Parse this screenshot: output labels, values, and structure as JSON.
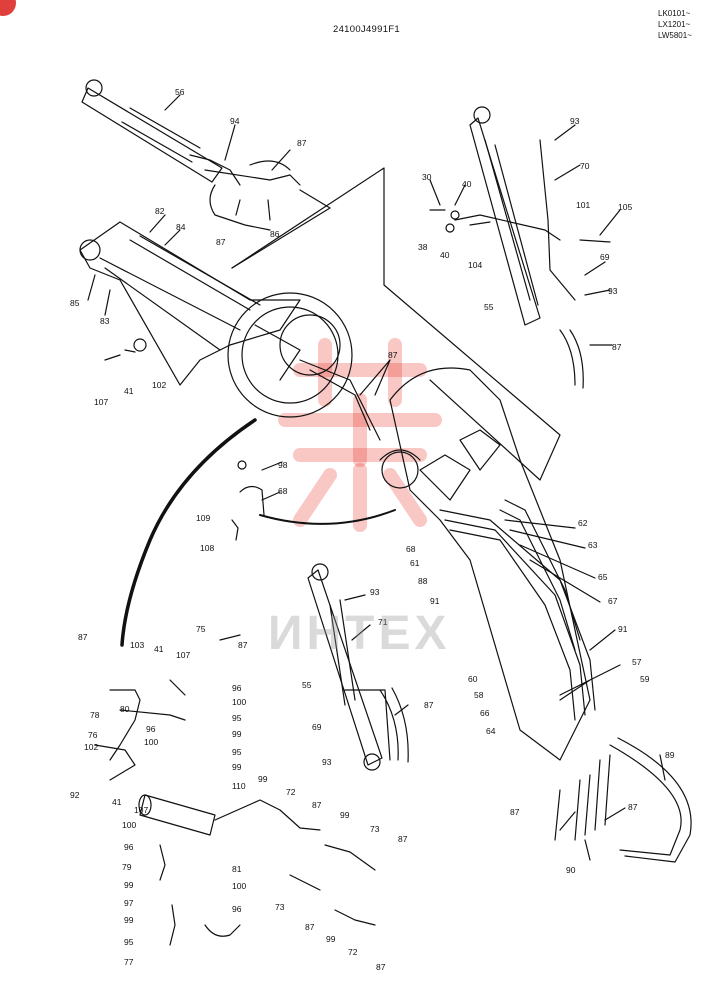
{
  "header": {
    "doc_code": "24100J4991F1",
    "serials": [
      "LK0101~",
      "LX1201~",
      "LW5801~"
    ]
  },
  "watermark": "ИНТЕХ",
  "colors": {
    "line": "#111111",
    "watermark": "#e8362c",
    "badge": "#e0403c"
  },
  "callouts": [
    "56",
    "94",
    "87",
    "86",
    "87",
    "82",
    "84",
    "85",
    "83",
    "107",
    "41",
    "102",
    "93",
    "70",
    "30",
    "40",
    "38",
    "40",
    "104",
    "101",
    "105",
    "69",
    "55",
    "93",
    "87",
    "87",
    "98",
    "68",
    "109",
    "108",
    "68",
    "61",
    "88",
    "91",
    "62",
    "63",
    "65",
    "67",
    "91",
    "57",
    "59",
    "60",
    "58",
    "66",
    "64",
    "93",
    "71",
    "55",
    "69",
    "93",
    "87",
    "87",
    "103",
    "75",
    "87",
    "41",
    "107",
    "80",
    "96",
    "100",
    "78",
    "76",
    "102",
    "92",
    "41",
    "96",
    "100",
    "95",
    "99",
    "95",
    "99",
    "110",
    "107",
    "100",
    "96",
    "79",
    "99",
    "97",
    "99",
    "95",
    "77",
    "81",
    "100",
    "96",
    "99",
    "72",
    "87",
    "99",
    "73",
    "87",
    "73",
    "87",
    "99",
    "72",
    "87",
    "87",
    "87",
    "90",
    "89"
  ]
}
